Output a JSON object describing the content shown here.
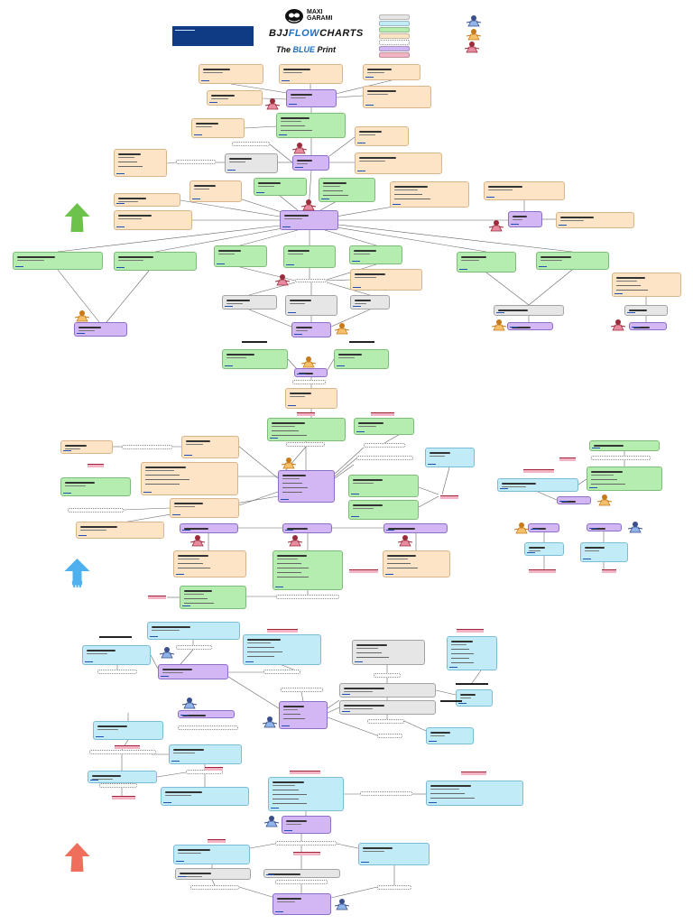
{
  "header": {
    "logo_text_line1": "MAXI",
    "logo_text_line2": "GARAMI",
    "title_prefix": "BJJ",
    "title_emph": "FLOW",
    "title_suffix": "CHARTS",
    "subtitle_prefix": "The",
    "subtitle_emph": "BLUE",
    "subtitle_suffix": "Print"
  },
  "colors": {
    "peach": "#fde4c6",
    "green": "#b5ecb0",
    "purple": "#d2b7f4",
    "gray": "#e6e6e6",
    "blue": "#c2ebf8",
    "pink": "#f2b3c5",
    "header_blue": "#0f3a84",
    "edge": "#666666",
    "arrow_green": "#6cc24a",
    "arrow_blue": "#4fb0f0",
    "arrow_red": "#ef6f5c"
  },
  "legend": {
    "swatches": [
      "gray",
      "blue",
      "green",
      "peach",
      "dotted",
      "purple",
      "pink"
    ],
    "icons": [
      "fighter-blue-icon",
      "fighter-orange-icon",
      "fighter-red-icon"
    ]
  },
  "section_arrows": [
    {
      "name": "green-section-arrow",
      "color": "arrow_green"
    },
    {
      "name": "blue-section-arrow",
      "color": "arrow_blue"
    },
    {
      "name": "red-section-arrow",
      "color": "arrow_red"
    }
  ]
}
